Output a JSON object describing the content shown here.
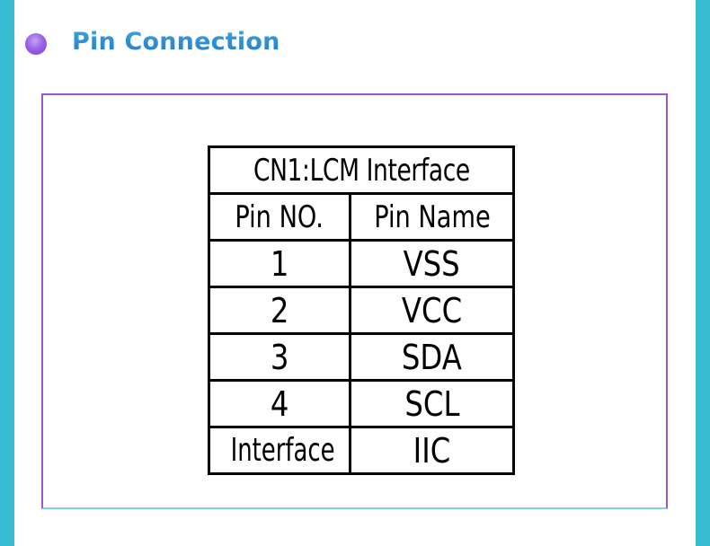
{
  "header": {
    "title": "Pin Connection"
  },
  "table": {
    "caption": "CN1:LCM Interface",
    "columns": [
      "Pin NO.",
      "Pin Name"
    ],
    "rows": [
      [
        "1",
        "VSS"
      ],
      [
        "2",
        "VCC"
      ],
      [
        "3",
        "SDA"
      ],
      [
        "4",
        "SCL"
      ],
      [
        "Interface",
        "IIC"
      ]
    ]
  },
  "colors": {
    "side_bar": "#38bcd1",
    "title": "#2f8ed2",
    "bullet": "#9a63e6",
    "frame_border": "#9a55d8"
  }
}
